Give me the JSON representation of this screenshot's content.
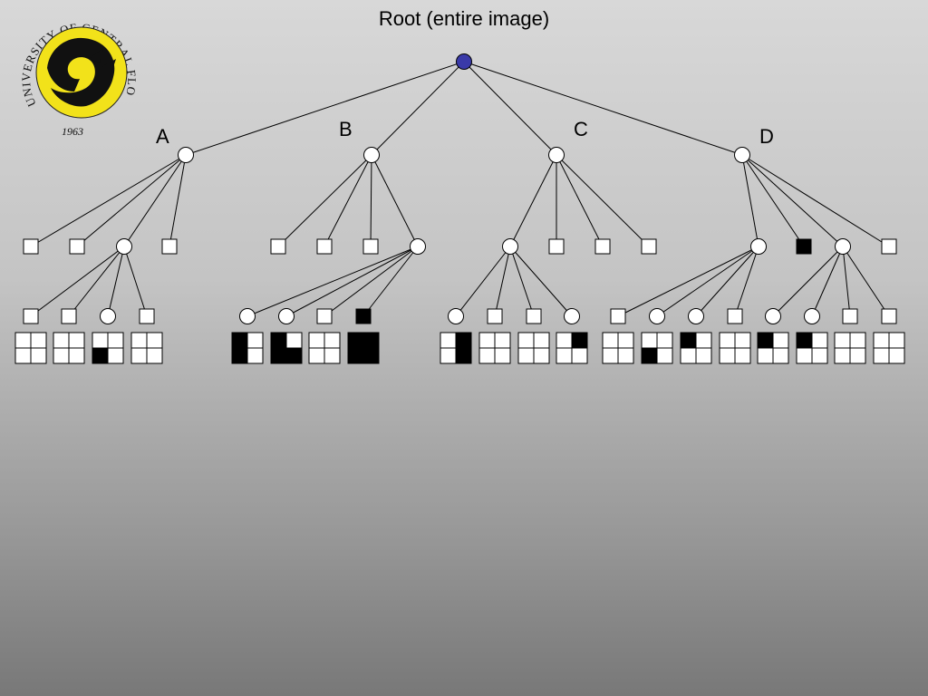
{
  "slide": {
    "title": "Root (entire image)",
    "colors": {
      "root_fill": "#3a3aa8",
      "black": "#000000",
      "white": "#ffffff",
      "seal_yellow": "#f2e21a"
    }
  },
  "logo": {
    "text_top": "UNIVERSITY OF CENTRAL FLORIDA",
    "year": "1963",
    "icon": "pegasus-seal-icon"
  },
  "tree": {
    "root": "Root",
    "branches": [
      {
        "label": "A",
        "children": [
          {
            "type": "leaf",
            "color": "white"
          },
          {
            "type": "leaf",
            "color": "white"
          },
          {
            "type": "node",
            "children": [
              "white-leaf",
              "white-leaf",
              "node",
              "white-leaf"
            ]
          },
          {
            "type": "leaf",
            "color": "white"
          }
        ]
      },
      {
        "label": "B",
        "children": [
          {
            "type": "leaf",
            "color": "white"
          },
          {
            "type": "leaf",
            "color": "white"
          },
          {
            "type": "leaf",
            "color": "white"
          },
          {
            "type": "node",
            "children": [
              "node",
              "node",
              "white-leaf",
              "black-leaf"
            ]
          }
        ]
      },
      {
        "label": "C",
        "children": [
          {
            "type": "node",
            "children": [
              "node",
              "white-leaf",
              "white-leaf",
              "node"
            ]
          },
          {
            "type": "leaf",
            "color": "white"
          },
          {
            "type": "leaf",
            "color": "white"
          },
          {
            "type": "leaf",
            "color": "white"
          }
        ]
      },
      {
        "label": "D",
        "children": [
          {
            "type": "node",
            "children": [
              "white-leaf",
              "node",
              "node",
              "white-leaf"
            ]
          },
          {
            "type": "leaf",
            "color": "black"
          },
          {
            "type": "node",
            "children": [
              "node",
              "node",
              "white-leaf",
              "white-leaf"
            ]
          },
          {
            "type": "leaf",
            "color": "white"
          }
        ]
      }
    ],
    "bottom_grids": [
      [
        0,
        0,
        0,
        0
      ],
      [
        0,
        0,
        0,
        0
      ],
      [
        0,
        0,
        1,
        0
      ],
      [
        0,
        0,
        0,
        0
      ],
      [
        1,
        0,
        1,
        0
      ],
      [
        1,
        0,
        1,
        1
      ],
      [
        0,
        0,
        0,
        0
      ],
      [
        1,
        1,
        1,
        1
      ],
      [
        0,
        1,
        0,
        1
      ],
      [
        0,
        0,
        0,
        0
      ],
      [
        0,
        0,
        0,
        0
      ],
      [
        0,
        1,
        0,
        0
      ],
      [
        0,
        0,
        0,
        0
      ],
      [
        0,
        0,
        1,
        0
      ],
      [
        1,
        0,
        0,
        0
      ],
      [
        0,
        0,
        0,
        0
      ],
      [
        1,
        0,
        0,
        0
      ],
      [
        1,
        0,
        0,
        0
      ],
      [
        0,
        0,
        0,
        0
      ],
      [
        0,
        0,
        0,
        0
      ]
    ]
  }
}
